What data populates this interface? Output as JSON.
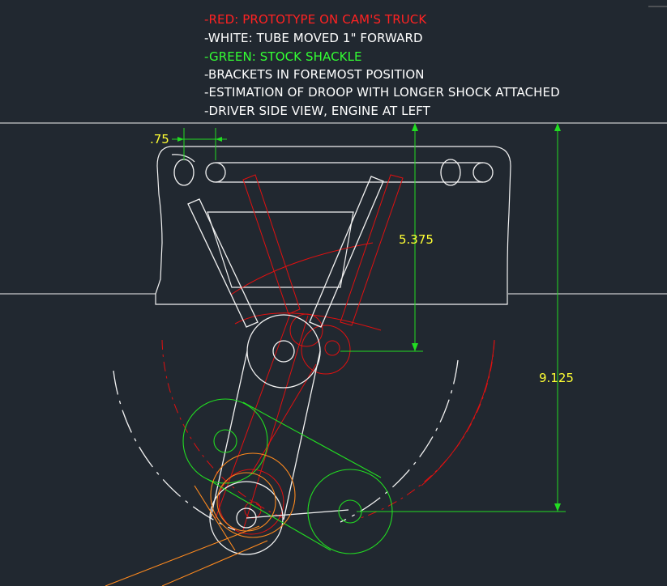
{
  "notes": [
    {
      "text": "-RED: PROTOTYPE ON CAM'S TRUCK",
      "color": "#ff2222"
    },
    {
      "text": "-WHITE: TUBE MOVED 1\" FORWARD",
      "color": "#ffffff"
    },
    {
      "text": "-GREEN: STOCK SHACKLE",
      "color": "#33ff33"
    },
    {
      "text": "-BRACKETS IN FOREMOST POSITION",
      "color": "#ffffff"
    },
    {
      "text": "-ESTIMATION OF DROOP WITH LONGER SHOCK ATTACHED",
      "color": "#ffffff"
    },
    {
      "text": "-DRIVER SIDE VIEW, ENGINE AT LEFT",
      "color": "#ffffff"
    }
  ],
  "dimensions": {
    "hole_offset": ".75",
    "bracket_height": "5.375",
    "overall_drop": "9.125"
  },
  "colors": {
    "background": "#212830",
    "white": "#f2f2f2",
    "red": "#e01010",
    "green": "#22dd22",
    "orange": "#ff8a1e",
    "dimension": "#ffff33",
    "dimension_line": "#22dd22"
  }
}
